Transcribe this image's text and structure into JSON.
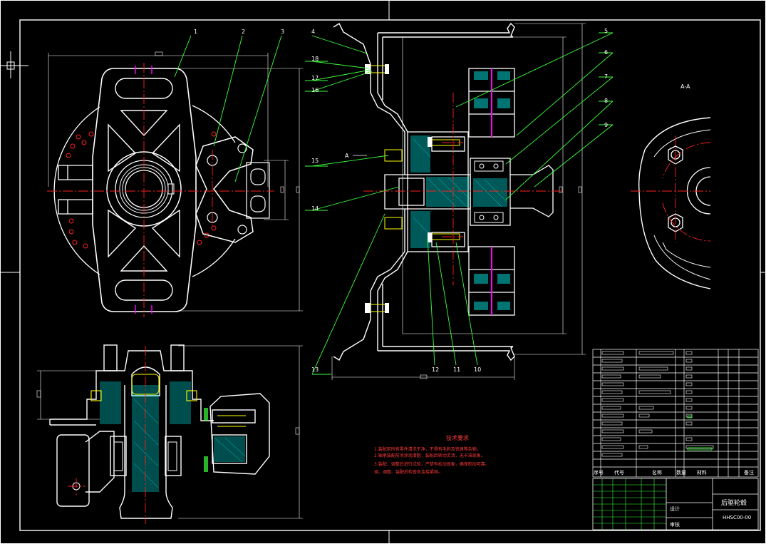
{
  "colors": {
    "background": "#000000",
    "outline": "#ffffff",
    "center": "#ff2020",
    "leader": "#3cff3c",
    "hatch": "#00ffff",
    "accent": "#ff00ff",
    "note": "#ff3a3a",
    "bolt": "#ffff00"
  },
  "balloons": {
    "b1": "1",
    "b2": "2",
    "b3": "3",
    "b4": "4",
    "b5": "5",
    "b6": "6",
    "b7": "7",
    "b8": "8",
    "b9": "9",
    "b10": "10",
    "b11": "11",
    "b12": "12",
    "b13": "13",
    "b14": "14",
    "b15": "15",
    "b16": "16",
    "b17": "17",
    "b18": "18"
  },
  "section": {
    "label": "A-A",
    "marker": "A"
  },
  "notes": {
    "title": "技术要求",
    "line1": "1.装配前所有零件清洗干净，不得有毛刺及铁屑等杂物。",
    "line2": "2.轴承装配前须涂润滑脂，装配后转动灵活，无卡滞现象。",
    "line3": "3.装配、调整后进行试验，严禁有松动现象，确保制动可靠。",
    "line4": "调、调整、装配后检查各连接紧固。"
  },
  "bom_header": {
    "seq": "序号",
    "code": "代号",
    "name": "名称",
    "qty": "数量",
    "material": "材料",
    "remark": "备注"
  },
  "title_block": {
    "name": "后驱轮毂",
    "drawing_no": "HHSC00-00",
    "designed": "设计",
    "checked": "审核"
  }
}
